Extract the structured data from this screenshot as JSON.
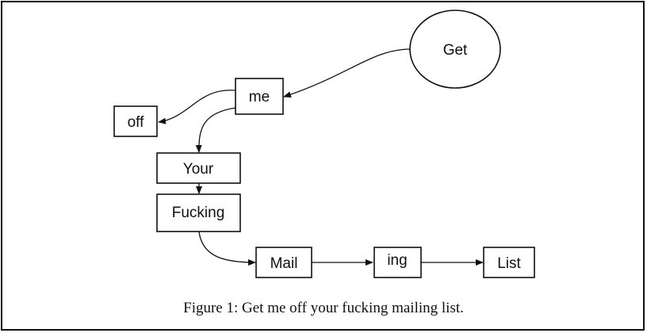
{
  "diagram": {
    "nodes": [
      {
        "id": "get",
        "label": "Get",
        "shape": "ellipse"
      },
      {
        "id": "me",
        "label": "me",
        "shape": "box"
      },
      {
        "id": "off",
        "label": "off",
        "shape": "box"
      },
      {
        "id": "your",
        "label": "Your",
        "shape": "box"
      },
      {
        "id": "fucking",
        "label": "Fucking",
        "shape": "box"
      },
      {
        "id": "mail",
        "label": "Mail",
        "shape": "box"
      },
      {
        "id": "ing",
        "label": "ing",
        "shape": "box"
      },
      {
        "id": "list",
        "label": "List",
        "shape": "box"
      }
    ],
    "edges": [
      {
        "from": "get",
        "to": "me"
      },
      {
        "from": "me",
        "to": "off"
      },
      {
        "from": "me",
        "to": "your"
      },
      {
        "from": "your",
        "to": "fucking"
      },
      {
        "from": "fucking",
        "to": "mail"
      },
      {
        "from": "mail",
        "to": "ing"
      },
      {
        "from": "ing",
        "to": "list"
      }
    ]
  },
  "caption": "Figure 1: Get me off your fucking mailing list."
}
